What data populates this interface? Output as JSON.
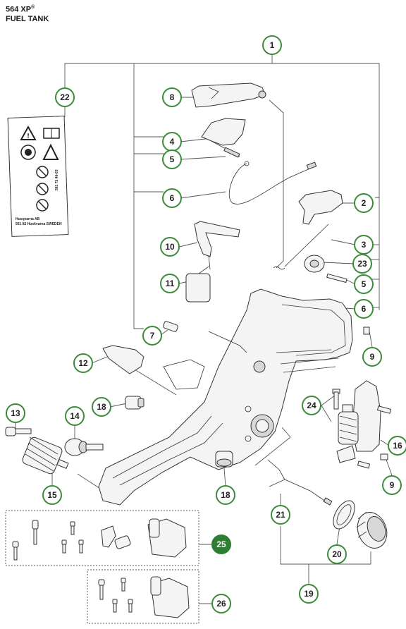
{
  "header": {
    "model": "564 XP",
    "reg_mark": "®",
    "subtitle": "FUEL TANK"
  },
  "label_decal": {
    "line1": "Husqvarna AB",
    "line2": "561 82 Huskvarna SWEDEN",
    "side_code": "581 75 49-03"
  },
  "callouts": {
    "c1": "1",
    "c2": "2",
    "c3": "3",
    "c4": "4",
    "c5a": "5",
    "c5b": "5",
    "c6a": "6",
    "c6b": "6",
    "c7": "7",
    "c8": "8",
    "c9a": "9",
    "c9b": "9",
    "c10": "10",
    "c11": "11",
    "c12": "12",
    "c13": "13",
    "c14": "14",
    "c15": "15",
    "c16": "16",
    "c18a": "18",
    "c18b": "18",
    "c19": "19",
    "c20": "20",
    "c21": "21",
    "c22": "22",
    "c23": "23",
    "c24": "24",
    "c25": "25",
    "c26": "26"
  },
  "colors": {
    "callout_ring": "#3c8a3c",
    "kit_fill": "#2e7d32"
  }
}
